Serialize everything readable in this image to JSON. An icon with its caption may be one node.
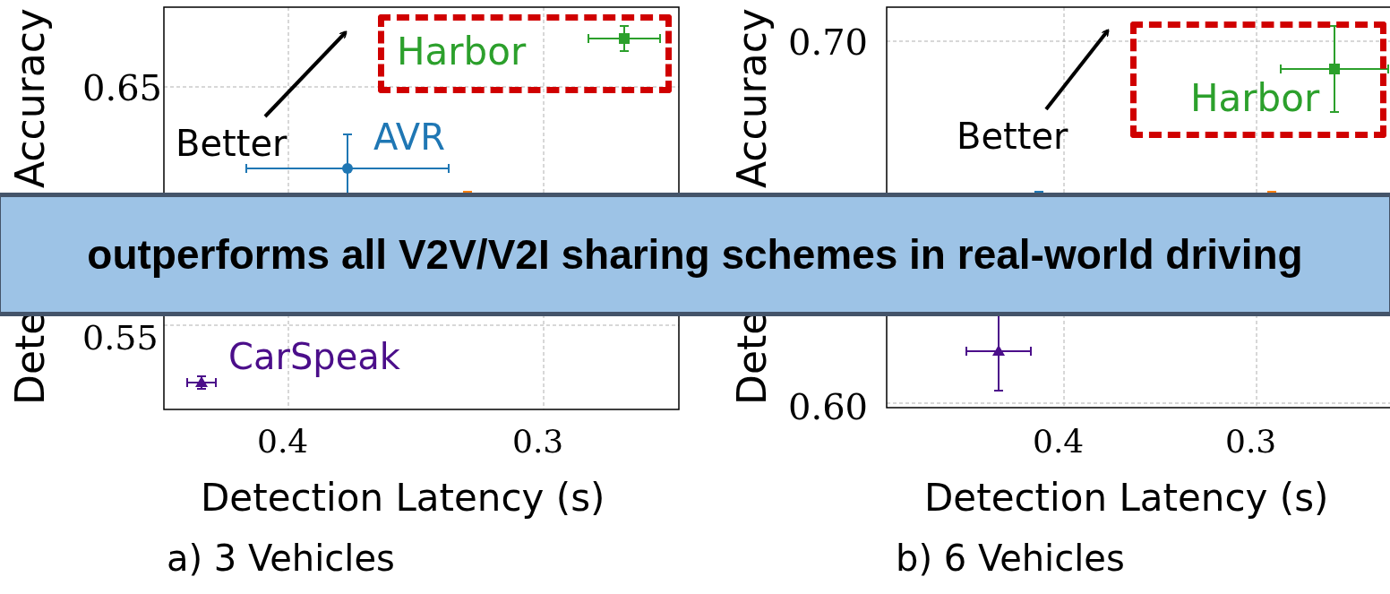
{
  "diagram": {
    "nodes": [
      {
        "text": [
          "Harbor"
        ]
      },
      {
        "text": [
          "Harbor"
        ]
      },
      {
        "text": [
          "outperforms all V2V/V2I sharing schemes in real-world driving"
        ]
      }
    ],
    "labels": [
      "Accuracy",
      "Dete",
      "0.65",
      "0.55",
      "Better",
      "AVR",
      "CarSpeak",
      "0.4",
      "0.3",
      "Detection Latency (s)",
      "a) 3 Vehicles",
      "Accuracy",
      "Dete",
      "0.70",
      "0.60",
      "Better",
      "0.4",
      "0.3",
      "Detection Latency (s)",
      "b) 6 Vehicles"
    ]
  }
}
